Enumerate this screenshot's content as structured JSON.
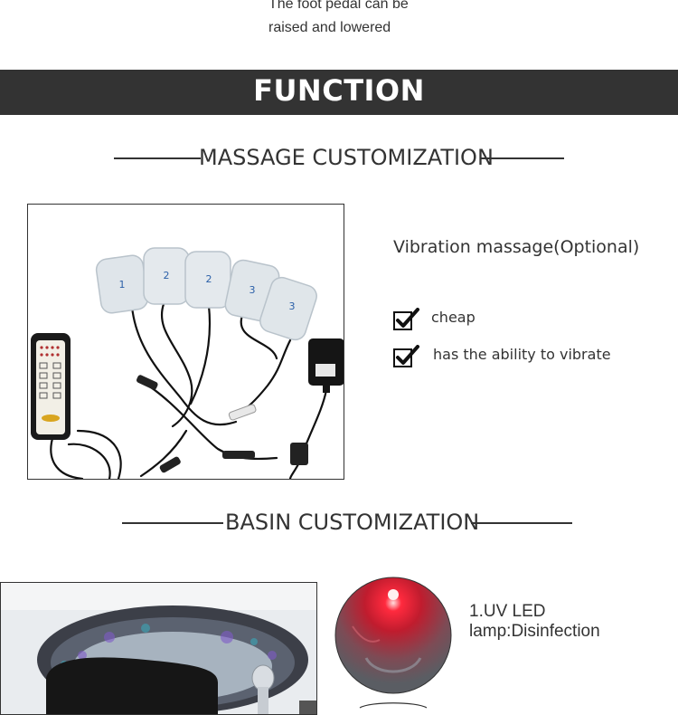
{
  "intro": {
    "line1": "The foot pedal can be",
    "line2": "raised and lowered"
  },
  "banner": {
    "title": "FUNCTION"
  },
  "massage": {
    "heading": "MASSAGE CUSTOMIZATION",
    "feature_title": "Vibration massage(Optional)",
    "features": [
      "cheap",
      "has the ability to vibrate"
    ],
    "pad_numbers": [
      "1",
      "2",
      "2",
      "3",
      "3"
    ]
  },
  "basin": {
    "heading": "BASIN CUSTOMIZATION",
    "uv_label": "1.UV LED lamp:Disinfection"
  },
  "colors": {
    "banner": "#333333",
    "text": "#333333",
    "uv_light": "#e0102a"
  }
}
